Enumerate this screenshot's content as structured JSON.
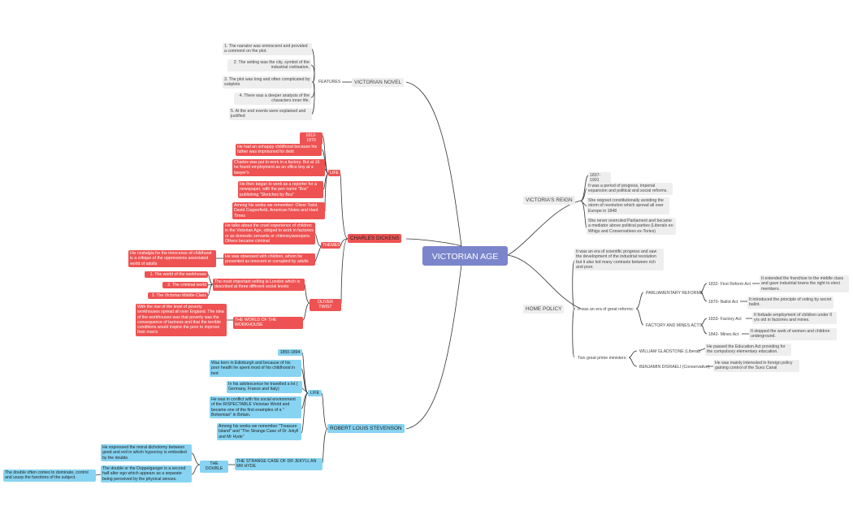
{
  "root": {
    "label": "VICTORIAN AGE"
  },
  "victorian_novel": {
    "label": "VICTORIAN NOVEL",
    "features_label": "FEATURES",
    "features": [
      "1. The narrator was omniscient and provided a comment on the plot.",
      "2. The setting was the city, symbol of the industrial civilisation.",
      "3. The plot was long and often complicated by subplots",
      "4. There was a deeper analysis of the characters inner life.",
      "5. At the end events were explained and justified"
    ]
  },
  "charles_dickens": {
    "label": "CHARLES DICKENS",
    "life_label": "LIFE",
    "life": [
      "1812-1870",
      "He had an unhappy childhood because his father was imprisoned for debt",
      "Charles was put to work in a factory. But at 16 he found employment as an office boy at a lawyer's",
      "He then began to work as a reporter for a newspaper, with the pen name \"Boz\" publishing \"Sketches by Boz\"",
      "Among his works we remember: Oliver Twist, David Copperfield, American Notes and Hard Times"
    ],
    "themes_label": "THEMES",
    "themes": [
      "He talks about the cruel experience of children in the Victorian Age, obliged to work in factories or as domestic servants or chimneysweepers. Others became criminal",
      "He was obsessed with children, whom he presented as innocent or corrupted by adults",
      "His nostalgia for the innocence of childhood is a critique of the oppressions associated world of adults"
    ],
    "oliver_twist_label": "OLIVER TWIST",
    "oliver_setting": "The most important setting is London which is described at three different social levels:",
    "oliver_levels": [
      "1. The world of the workhouse",
      "2. The criminal world",
      "3. The Victorian Middle Class"
    ],
    "workhouse_label": "THE WORLD OF THE WORKHOUSE",
    "workhouse_text": "With the rise of the level of poverty workhouses spread all over England. The idea of the workhouses was that poverty was the consequence of laziness and that the terrible conditions would inspire the poor to improve their man's"
  },
  "victorias_reign": {
    "label": "VICTORIA'S REIGN",
    "items": [
      "1837-1901",
      "It was a period of progress, imperial expansion and political and social reforms.",
      "She reigned constitutionally avoiding the storm of revolution which spread all over Europe in 1848",
      "She never overruled Parliament and became a mediator above political parties (Liberals ex-Whigs and Conservatives ex-Tories)"
    ]
  },
  "home_policy": {
    "label": "HOME POLICY",
    "intro": "It was an era of scientific progress and saw the development of the industrial revolution but it also led many contrasts between rich and poor.",
    "reforms_label": "It was an era of great reforms:",
    "parliamentary_label": "PARLIAMENTARY REFORMS",
    "act_1832": "1832- First Reform Act",
    "act_1832_text": "It extended the franchise to the middle class and gave industrial towns the right to elect members.",
    "act_1870": "1870- Ballot Act",
    "act_1870_text": "It introduced the principle of voting by secret ballot.",
    "factory_label": "FACTORY AND MINES ACTS",
    "act_1833": "1833- Factory Act",
    "act_1833_text": "It forbade employment of children under 9 yrs old in factories and mines.",
    "act_1842": "1842- Mines Act",
    "act_1842_text": "It stopped the work of women and children underground.",
    "ministers_label": "Two great prime ministers:",
    "gladstone": "WILLIAM GLADSTONE (Liberal)",
    "gladstone_text": "He passed the Education Act providing for the compulsory elementary education.",
    "disraeli": "BENJAMIN DISRAELI (Conservative)",
    "disraeli_text": "He was mainly interested in foreign policy gaining control of the Suez Canal"
  },
  "stevenson": {
    "label": "ROBERT LOUIS STEVENSON",
    "life_label": "LIFE",
    "life": [
      "1850-1894",
      "Was born in Edinburgh and because of his poor health he spent most of his childhood in bed",
      "In his adolescence he travelled a lot ( Germany, France and Italy)",
      "He was in conflict with his social environment of the RISPECTABLE Victorian World and became one of the first examples of a \" Bohemian\" in Britain.",
      "Among his works we remember \"Treasure Island\" and \"The Strange Case of Dr Jekyll and Mr Hyde\""
    ],
    "strange_case_label": "THE STRANGE CASE OF DR JEKYLL AN MR HYDE",
    "double_label": "THE DOUBLE",
    "double_items": [
      "He expressed the moral dichotomy between good and evil in which hypocrisy is embodied by the double.",
      "The double or the Doppelganger is a second half alter ego which appears as a separate being perceived by the physical senses."
    ],
    "double_often": "The double often comes to dominate, control and usurp the functions of the subject."
  },
  "colors": {
    "root": "#7b85cc",
    "dickens": "#ee5252",
    "stevenson": "#87d4f2",
    "neutral": "#eeeeee",
    "line": "#333333"
  }
}
